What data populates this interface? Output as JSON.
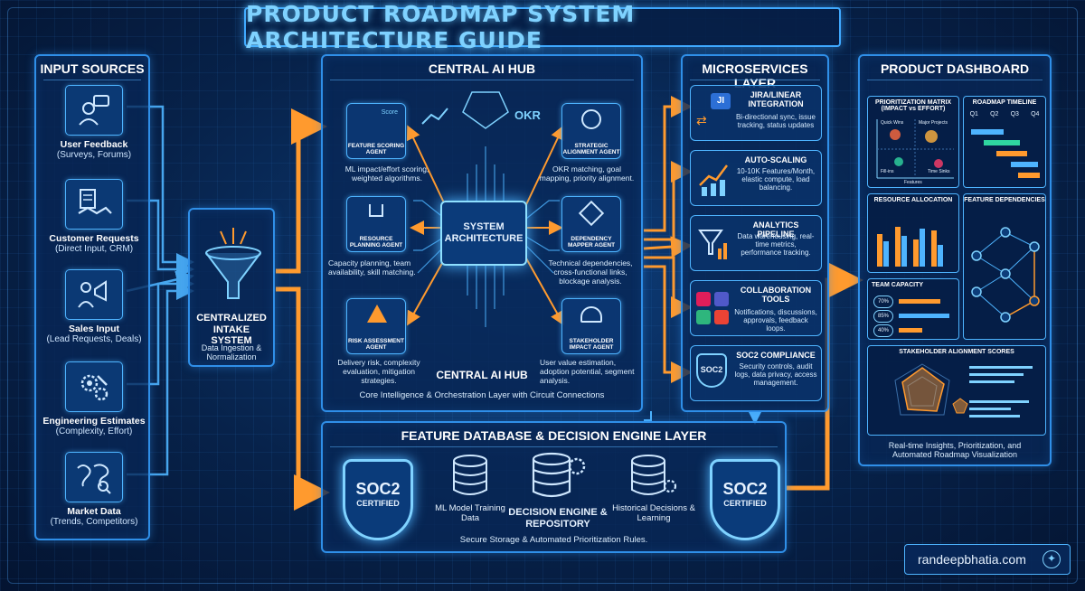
{
  "title": "PRODUCT ROADMAP SYSTEM ARCHITECTURE GUIDE",
  "input_sources": {
    "title": "INPUT SOURCES",
    "items": [
      {
        "name": "User Feedback",
        "detail": "(Surveys, Forums)",
        "icon": "user-feedback-icon"
      },
      {
        "name": "Customer Requests",
        "detail": "(Direct Input, CRM)",
        "icon": "handshake-icon"
      },
      {
        "name": "Sales Input",
        "detail": "(Lead Requests, Deals)",
        "icon": "megaphone-icon"
      },
      {
        "name": "Engineering Estimates",
        "detail": "(Complexity, Effort)",
        "icon": "gears-icon"
      },
      {
        "name": "Market Data",
        "detail": "(Trends, Competitors)",
        "icon": "world-map-icon"
      }
    ]
  },
  "intake": {
    "title": "CENTRALIZED INTAKE SYSTEM",
    "detail": "Data Ingestion & Normalization"
  },
  "hub": {
    "title": "CENTRAL AI HUB",
    "core": "SYSTEM ARCHITECTURE",
    "okr": "OKR",
    "inner_title": "CENTRAL AI HUB",
    "footer": "Core Intelligence & Orchestration Layer with Circuit Connections",
    "agents": [
      {
        "label": "FEATURE SCORING AGENT",
        "badge": "Score",
        "desc": "ML impact/effort scoring, weighted algorithms."
      },
      {
        "label": "STRATEGIC ALIGNMENT AGENT",
        "badge": "OKR",
        "desc": "OKR matching, goal mapping, priority alignment."
      },
      {
        "label": "RESOURCE PLANNING AGENT",
        "badge": "",
        "desc": "Capacity planning, team availability, skill matching."
      },
      {
        "label": "DEPENDENCY MAPPER AGENT",
        "badge": "",
        "desc": "Technical dependencies, cross-functional links, blockage analysis."
      },
      {
        "label": "RISK ASSESSMENT AGENT",
        "badge": "",
        "desc": "Delivery risk, complexity evaluation, mitigation strategies."
      },
      {
        "label": "STAKEHOLDER IMPACT AGENT",
        "badge": "",
        "desc": "User value estimation, adoption potential, segment analysis."
      }
    ]
  },
  "microservices": {
    "title": "MICROSERVICES LAYER",
    "items": [
      {
        "title": "JIRA/LINEAR INTEGRATION",
        "desc": "Bi-directional sync, issue tracking, status updates",
        "badge": "JI"
      },
      {
        "title": "AUTO-SCALING",
        "desc": "10-10K Features/Month, elastic compute, load balancing.",
        "badge": ""
      },
      {
        "title": "ANALYTICS PIPELINE",
        "desc": "Data warehousing, real-time metrics, performance tracking.",
        "badge": ""
      },
      {
        "title": "COLLABORATION TOOLS",
        "desc": "Notifications, discussions, approvals, feedback loops.",
        "badge": ""
      },
      {
        "title": "SOC2 COMPLIANCE",
        "desc": "Security controls, audit logs, data privacy, access management.",
        "badge": "SOC2"
      }
    ]
  },
  "dashboard": {
    "title": "PRODUCT DASHBOARD",
    "matrix": {
      "title": "PRIORITIZATION MATRIX (IMPACT vs EFFORT)",
      "q1": "Quick Wins",
      "q2": "Major Projects",
      "q3": "Fill-ins",
      "q4": "Time Sinks",
      "xlabel": "Features",
      "ylabel": "Features"
    },
    "timeline": {
      "title": "ROADMAP TIMELINE",
      "quarters": [
        "Q1",
        "Q2",
        "Q3",
        "Q4"
      ]
    },
    "resource": {
      "title": "RESOURCE ALLOCATION"
    },
    "deps": {
      "title": "FEATURE DEPENDENCIES"
    },
    "capacity": {
      "title": "TEAM CAPACITY",
      "values": [
        "70%",
        "85%",
        "40%"
      ]
    },
    "stakeholder": {
      "title": "STAKEHOLDER ALIGNMENT SCORES"
    },
    "footer": "Real-time Insights, Prioritization, and Automated Roadmap Visualization"
  },
  "database": {
    "title": "FEATURE DATABASE & DECISION ENGINE LAYER",
    "badge_left": "SOC2",
    "badge_left_sub": "CERTIFIED",
    "badge_right": "SOC2",
    "badge_right_sub": "CERTIFIED",
    "items": [
      {
        "label": "ML Model Training Data"
      },
      {
        "label": "DECISION ENGINE & REPOSITORY"
      },
      {
        "label": "Historical Decisions & Learning"
      }
    ],
    "footer": "Secure Storage & Automated Prioritization Rules."
  },
  "brand": "randeepbhatia.com",
  "colors": {
    "primary": "#2f8fe8",
    "glow": "#4eb4ff",
    "orange": "#ff9a2e",
    "bg": "#061a3a"
  }
}
